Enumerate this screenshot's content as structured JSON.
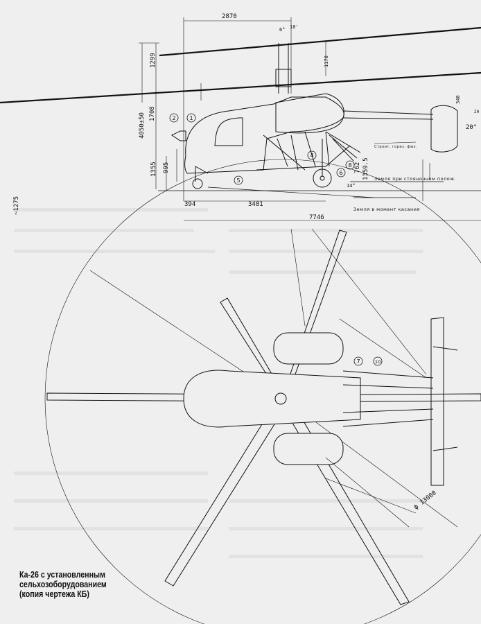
{
  "caption": {
    "line1": "Ка-26 с установленным",
    "line2": "сельхозоборудованием",
    "line3": "(копия чертежа КБ)"
  },
  "side_view": {
    "dimensions": {
      "rotor_offset": "2870",
      "tilt_deg": "6°",
      "tilt_min": "10'",
      "rotor_height": "1299",
      "rotor_spacing": "1170",
      "total_height": "4050±50",
      "height_1708": "1708",
      "height_1355": "1355",
      "height_995": "995",
      "height_1275": "~1275",
      "nose_wheel": "394",
      "wheelbase": "3481",
      "length": "7746",
      "tail_340": "340",
      "height_762": "762",
      "height_1359": "1359.5",
      "angle_14": "14°",
      "tail_20": "20",
      "tail_20b": "20°"
    },
    "notes": {
      "ground_parked": "Земля при стояночном полож.",
      "ground_touch": "Земля в момент касания",
      "fuselage_horizontal": "Строит. гориз. фюз."
    },
    "callouts": [
      "1",
      "2",
      "4",
      "5",
      "6",
      "8"
    ]
  },
  "top_view": {
    "rotor_diameter": "ф 13000",
    "callouts": [
      "7",
      "10"
    ]
  }
}
